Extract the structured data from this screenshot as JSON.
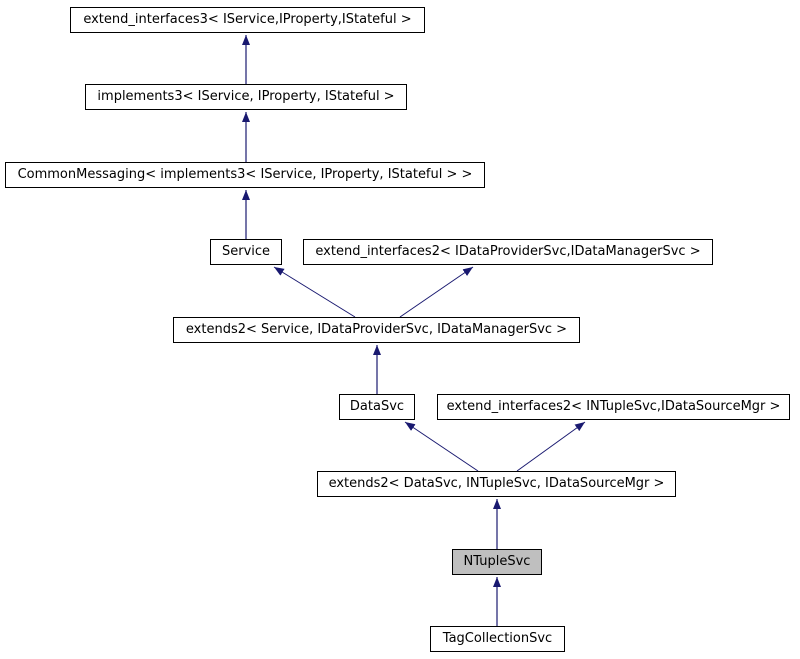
{
  "diagram": {
    "type": "class-inheritance-graph",
    "highlighted_node": "NTupleSvc",
    "colors": {
      "background": "#ffffff",
      "edge": "#191970",
      "node_border": "#000000",
      "node_fill": "#ffffff",
      "highlight_fill": "#bfbfbf",
      "text": "#000000"
    },
    "nodes": [
      {
        "id": "n0",
        "label": "extend_interfaces3< IService,IProperty,IStateful >"
      },
      {
        "id": "n1",
        "label": "implements3< IService, IProperty, IStateful >"
      },
      {
        "id": "n2",
        "label": "CommonMessaging< implements3< IService, IProperty, IStateful > >"
      },
      {
        "id": "n3",
        "label": "Service"
      },
      {
        "id": "n4",
        "label": "extend_interfaces2< IDataProviderSvc,IDataManagerSvc >"
      },
      {
        "id": "n5",
        "label": "extends2< Service, IDataProviderSvc, IDataManagerSvc >"
      },
      {
        "id": "n6",
        "label": "DataSvc"
      },
      {
        "id": "n7",
        "label": "extend_interfaces2< INTupleSvc,IDataSourceMgr >"
      },
      {
        "id": "n8",
        "label": "extends2< DataSvc, INTupleSvc, IDataSourceMgr >"
      },
      {
        "id": "n9",
        "label": "NTupleSvc"
      },
      {
        "id": "n10",
        "label": "TagCollectionSvc"
      }
    ],
    "edges": [
      {
        "from": "n1",
        "to": "n0"
      },
      {
        "from": "n2",
        "to": "n1"
      },
      {
        "from": "n3",
        "to": "n2"
      },
      {
        "from": "n5",
        "to": "n3"
      },
      {
        "from": "n5",
        "to": "n4"
      },
      {
        "from": "n6",
        "to": "n5"
      },
      {
        "from": "n8",
        "to": "n6"
      },
      {
        "from": "n8",
        "to": "n7"
      },
      {
        "from": "n9",
        "to": "n8"
      },
      {
        "from": "n10",
        "to": "n9"
      }
    ]
  }
}
